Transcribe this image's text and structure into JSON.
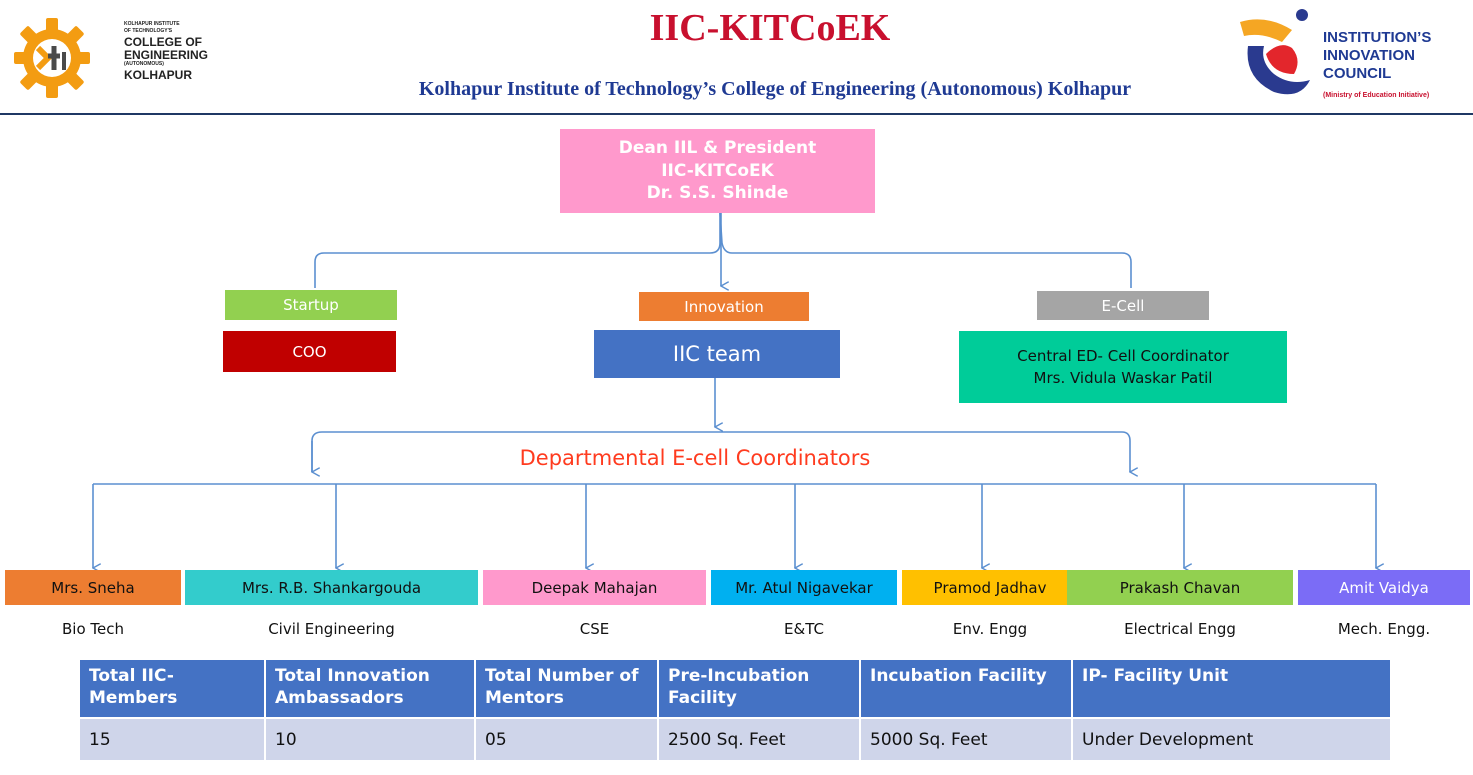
{
  "header": {
    "logo_left_lines": [
      "KOLHAPUR INSTITUTE",
      "OF TECHNOLOGY'S",
      "COLLEGE OF",
      "ENGINEERING",
      "(AUTONOMOUS)",
      "KOLHAPUR"
    ],
    "title": "IIC-KITCoEK",
    "subtitle": "Kolhapur Institute of Technology’s College of Engineering (Autonomous) Kolhapur",
    "logo_right_lines": [
      "INSTITUTION’S",
      "INNOVATION",
      "COUNCIL"
    ],
    "logo_right_sub": "(Ministry of Education Initiative)"
  },
  "chart": {
    "dean_lines": [
      "Dean IIL & President",
      "IIC-KITCoEK",
      "Dr. S.S. Shinde"
    ],
    "startup_label": "Startup",
    "coo_label": "COO",
    "innovation_label": "Innovation",
    "iic_team_label": "IIC team",
    "ecell_label": "E-Cell",
    "ed_cell_lines": [
      "Central ED- Cell Coordinator",
      "Mrs. Vidula Waskar Patil"
    ],
    "dept_heading": "Departmental E-cell Coordinators",
    "coordinators": [
      {
        "name": "Mrs. Sneha",
        "dept": "Bio Tech"
      },
      {
        "name": "Mrs. R.B. Shankargouda",
        "dept": "Civil Engineering"
      },
      {
        "name": "Deepak Mahajan",
        "dept": "CSE"
      },
      {
        "name": "Mr. Atul Nigavekar",
        "dept": "E&TC"
      },
      {
        "name": "Pramod Jadhav",
        "dept": "Env. Engg"
      },
      {
        "name": "Prakash  Chavan",
        "dept": "Electrical Engg"
      },
      {
        "name": "Amit Vaidya",
        "dept": "Mech. Engg."
      }
    ]
  },
  "stats_table": {
    "headers": [
      "Total IIC-Members",
      "Total Innovation Ambassadors",
      "Total Number of Mentors",
      "Pre-Incubation Facility",
      "Incubation Facility",
      "IP- Facility Unit"
    ],
    "values": [
      "15",
      "10",
      "05",
      "2500 Sq. Feet",
      "5000 Sq. Feet",
      "Under Development"
    ]
  },
  "colors": {
    "title_red": "#c8102e",
    "subtitle_blue": "#1f3a93",
    "dean_pink": "#ff99cc",
    "startup_green": "#92d050",
    "coo_red": "#c00000",
    "innovation_orange": "#ed7d31",
    "iic_team_blue": "#4472c4",
    "ecell_gray": "#a5a5a5",
    "ed_cell_teal": "#00cc99",
    "heading_orange_red": "#ff3b1f",
    "connector_blue": "#5b8fd0",
    "table_header_blue": "#4472c4",
    "table_row_lavender": "#cfd5ea"
  }
}
